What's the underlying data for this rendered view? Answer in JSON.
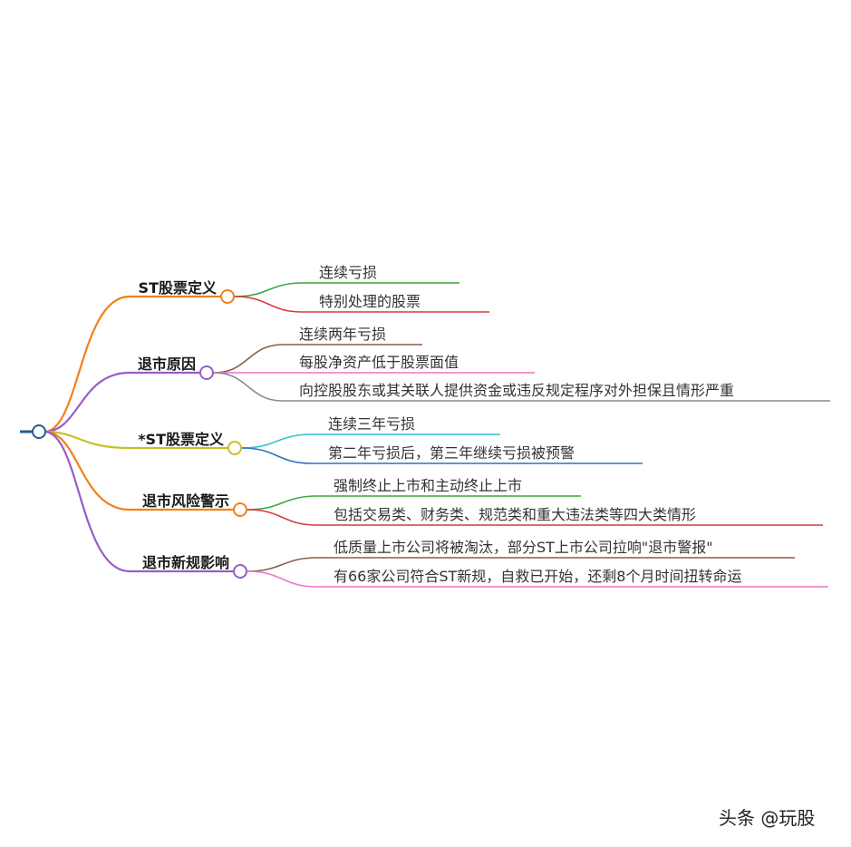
{
  "root": {
    "label": "",
    "color": "#1f5f8f"
  },
  "branches": [
    {
      "label": "ST股票定义",
      "color": "#f57f17",
      "leaves": [
        {
          "label": "连续亏损",
          "color": "#3aa63a"
        },
        {
          "label": "特别处理的股票",
          "color": "#d9393b"
        }
      ]
    },
    {
      "label": "退市原因",
      "color": "#9a5cc6",
      "leaves": [
        {
          "label": "连续两年亏损",
          "color": "#8d5a4b"
        },
        {
          "label": "每股净资产低于股票面值",
          "color": "#ee74c8"
        },
        {
          "label": "向控股股东或其关联人提供资金或违反规定程序对外担保且情形严重",
          "color": "#8a8a8a"
        }
      ]
    },
    {
      "label": "*ST股票定义",
      "color": "#c4c22a",
      "leaves": [
        {
          "label": "连续三年亏损",
          "color": "#2ec1d1"
        },
        {
          "label": "第二年亏损后，第三年继续亏损被预警",
          "color": "#2a72c2"
        }
      ]
    },
    {
      "label": "退市风险警示",
      "color": "#f57f17",
      "leaves": [
        {
          "label": "强制终止上市和主动终止上市",
          "color": "#3aa63a"
        },
        {
          "label": "包括交易类、财务类、规范类和重大违法类等四大类情形",
          "color": "#d9393b"
        }
      ]
    },
    {
      "label": "退市新规影响",
      "color": "#9a5cc6",
      "leaves": [
        {
          "label": "低质量上市公司将被淘汰，部分ST上市公司拉响\"退市警报\"",
          "color": "#8d5a4b"
        },
        {
          "label": "有66家公司符合ST新规，自救已开始，还剩8个月时间扭转命运",
          "color": "#ee74c8"
        }
      ]
    }
  ],
  "watermark": "头条 @玩股"
}
